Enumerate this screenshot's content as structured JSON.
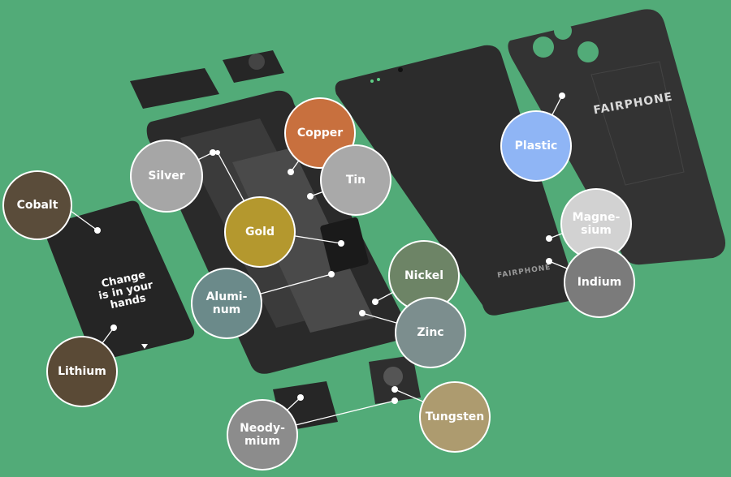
{
  "battery": {
    "text": "Change\nis in your\nhands"
  },
  "back_cover": {
    "brand": "FAIRPHONE"
  },
  "front_screen": {
    "brand": "FAIRPHONE"
  },
  "materials": [
    {
      "id": "cobalt",
      "label": "Cobalt",
      "color": "#5a4c3a"
    },
    {
      "id": "lithium",
      "label": "Lithium",
      "color": "#5a4a36"
    },
    {
      "id": "silver",
      "label": "Silver",
      "color": "#a6a6a6"
    },
    {
      "id": "copper",
      "label": "Copper",
      "color": "#c8703e"
    },
    {
      "id": "tin",
      "label": "Tin",
      "color": "#a9a9a9"
    },
    {
      "id": "gold",
      "label": "Gold",
      "color": "#b4982e"
    },
    {
      "id": "aluminum",
      "label": "Alumi-\nnum",
      "color": "#6b8a8a"
    },
    {
      "id": "nickel",
      "label": "Nickel",
      "color": "#6d8466"
    },
    {
      "id": "zinc",
      "label": "Zinc",
      "color": "#7c8e8e"
    },
    {
      "id": "plastic",
      "label": "Plastic",
      "color": "#8fb5f5"
    },
    {
      "id": "magnesium",
      "label": "Magne-\nsium",
      "color": "#d2d2d2"
    },
    {
      "id": "indium",
      "label": "Indium",
      "color": "#7b7b7b"
    },
    {
      "id": "neodymium",
      "label": "Neody-\nmium",
      "color": "#8c8c8c"
    },
    {
      "id": "tungsten",
      "label": "Tungsten",
      "color": "#ad9b6f"
    }
  ]
}
